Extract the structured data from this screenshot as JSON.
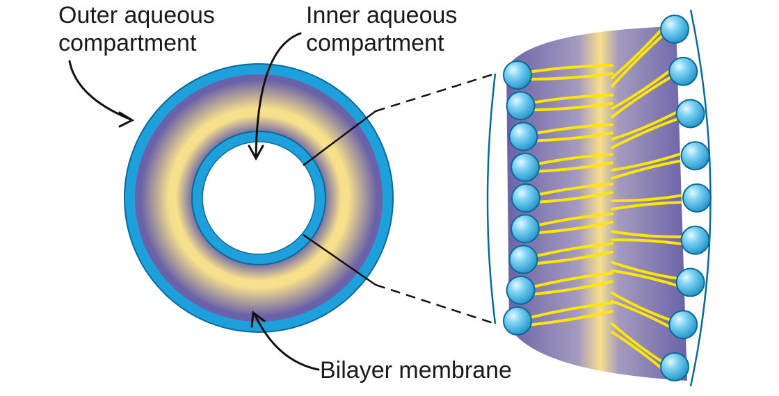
{
  "labels": {
    "outer": {
      "line1": "Outer aqueous",
      "line2": "compartment"
    },
    "inner": {
      "line1": "Inner aqueous",
      "line2": "compartment"
    },
    "bilayer": "Bilayer membrane"
  },
  "colors": {
    "membrane_blue": "#1ea0dc",
    "membrane_outline": "#0a6a94",
    "bilayer_purple": "#6a62a8",
    "bilayer_core_yellow": "#f7e08c",
    "lipid_tail": "#ffe600",
    "headgroup_light": "#d9f4ff",
    "headgroup_mid": "#4fc3ef",
    "headgroup_dark": "#1a8fc6",
    "line": "#111111"
  },
  "lipids": {
    "inner_leaflet_count": 9,
    "outer_leaflet_count": 9
  }
}
